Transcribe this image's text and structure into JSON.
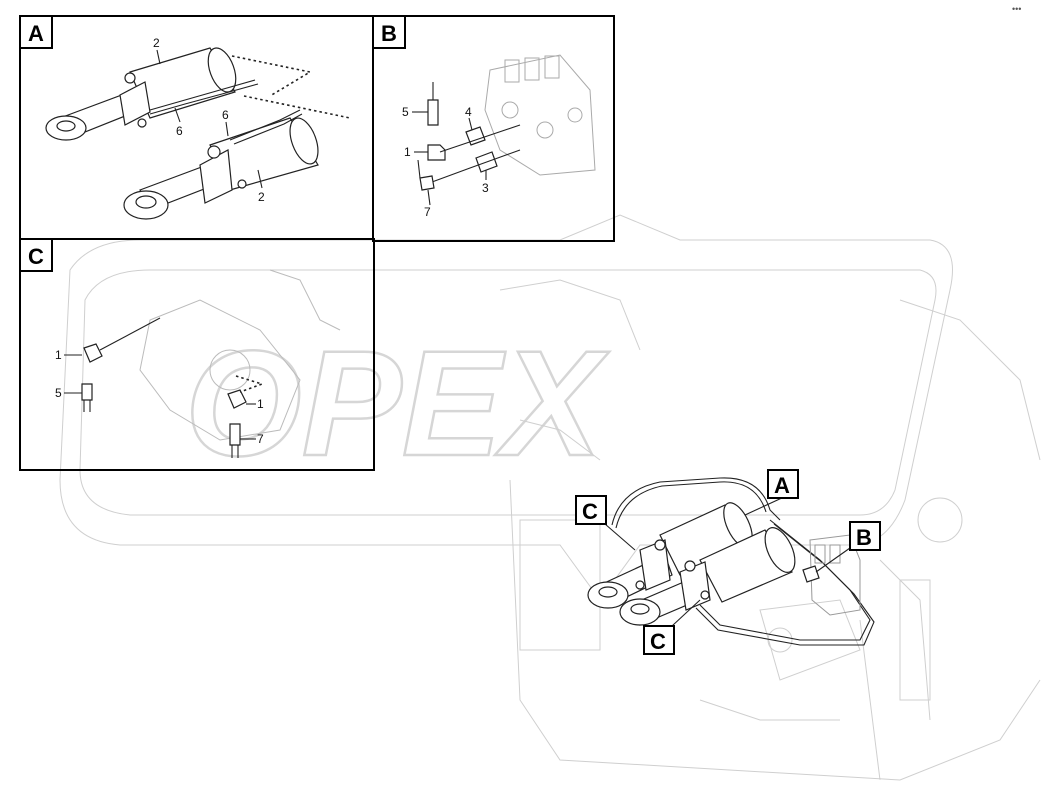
{
  "watermark": {
    "text": "OPEX"
  },
  "corner_mark": "•••",
  "panels": {
    "A": {
      "letter": "A",
      "callouts": [
        "2",
        "6",
        "6",
        "2"
      ]
    },
    "B": {
      "letter": "B",
      "callouts": [
        "5",
        "4",
        "1",
        "3",
        "7"
      ]
    },
    "C": {
      "letter": "C",
      "callouts": [
        "1",
        "5",
        "1",
        "7"
      ]
    }
  },
  "overview": {
    "tags": [
      "A",
      "B",
      "C",
      "C"
    ]
  }
}
